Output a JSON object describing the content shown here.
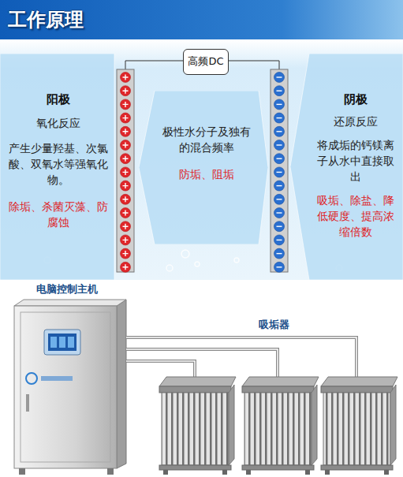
{
  "diagram": {
    "title": "工作原理",
    "nodes": [
      {
        "text": [
          "阳极",
          "氧化反应",
          "产生少量羟基、次氯酸、双氧水等强氧化物。",
          "除垢、杀菌灭藻、防腐蚀"
        ]
      },
      {
        "text": [
          "高频DC"
        ]
      },
      {
        "text": [
          "极性水分子及独有的混合频率",
          "防垢、阻垢"
        ]
      },
      {
        "text": [
          "阴极",
          "还原反应",
          "将成垢的钙镁离子从水中直接取出",
          "吸垢、除盐、降低硬度、提高浓缩倍数"
        ]
      },
      {
        "text": [
          "电脑控制主机"
        ]
      }
    ],
    "labels": [
      "吸垢器"
    ]
  }
}
